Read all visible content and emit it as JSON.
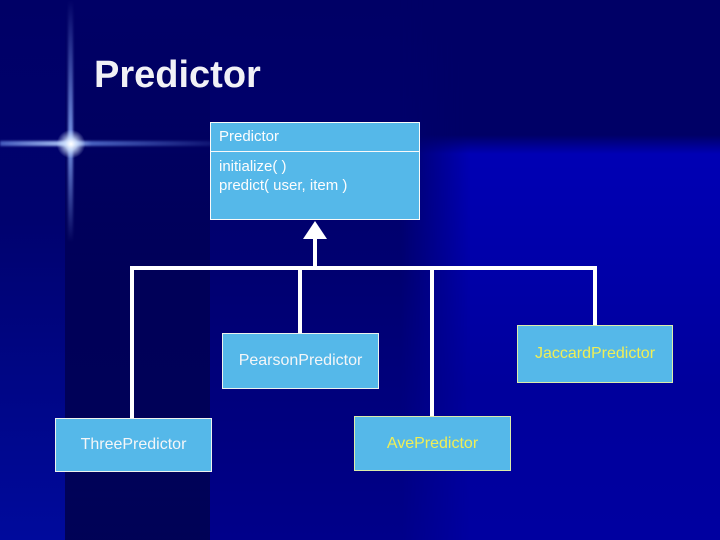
{
  "slide": {
    "title": "Predictor"
  },
  "diagram": {
    "parent_class": {
      "name": "Predictor",
      "methods": [
        "initialize( )",
        "predict( user, item )"
      ]
    },
    "subclasses": [
      {
        "label": "ThreePredictor",
        "text_color": "#f4f6f8"
      },
      {
        "label": "PearsonPredictor",
        "text_color": "#f4f6f8"
      },
      {
        "label": "AvePredictor",
        "text_color": "#f0ee55"
      },
      {
        "label": "JaccardPredictor",
        "text_color": "#f0ee55"
      }
    ]
  },
  "colors": {
    "background_top": "#000066",
    "background_bottom": "#00009c",
    "box_fill": "#55b8e9",
    "connector": "#ffffff",
    "label_white": "#f4f6f8",
    "label_yellow": "#f0ee55",
    "border_white": "#eef2ee",
    "border_pale_yellow": "#dcecaa"
  }
}
